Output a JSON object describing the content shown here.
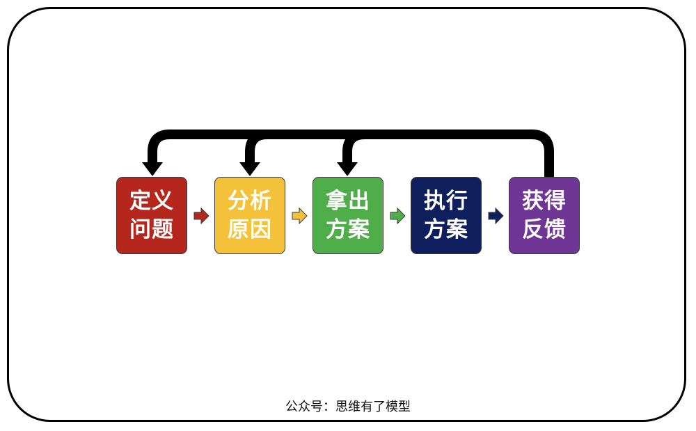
{
  "steps": [
    {
      "lines": [
        "定义",
        "问题"
      ],
      "color": "#b5261c"
    },
    {
      "lines": [
        "分析",
        "原因"
      ],
      "color": "#f4c23a"
    },
    {
      "lines": [
        "拿出",
        "方案"
      ],
      "color": "#4fae4a"
    },
    {
      "lines": [
        "执行",
        "方案"
      ],
      "color": "#0f1f5e"
    },
    {
      "lines": [
        "获得",
        "反馈"
      ],
      "color": "#6f3594"
    }
  ],
  "connector_colors": [
    "#b5261c",
    "#f4c23a",
    "#4fae4a",
    "#0f1f5e"
  ],
  "feedback_loop_color": "#000000",
  "footer": {
    "text": "公众号：思维有了模型"
  }
}
